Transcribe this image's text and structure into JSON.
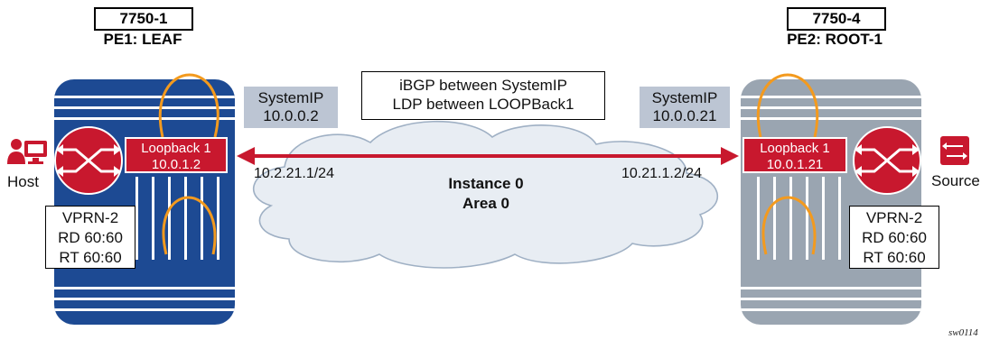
{
  "left": {
    "device_id": "7750-1",
    "role": "PE1: LEAF",
    "system_ip_label": "SystemIP",
    "system_ip": "10.0.0.2",
    "loopback_label": "Loopback 1",
    "loopback_ip": "10.0.1.2",
    "link_ip": "10.2.21.1/24",
    "vprn": [
      "VPRN-2",
      "RD 60:60",
      "RT 60:60"
    ],
    "endpoint_label": "Host",
    "endpoint_icon": "host-icon"
  },
  "right": {
    "device_id": "7750-4",
    "role": "PE2: ROOT-1",
    "system_ip_label": "SystemIP",
    "system_ip": "10.0.0.21",
    "loopback_label": "Loopback 1",
    "loopback_ip": "10.0.1.21",
    "link_ip": "10.21.1.2/24",
    "vprn": [
      "VPRN-2",
      "RD 60:60",
      "RT 60:60"
    ],
    "endpoint_label": "Source",
    "endpoint_icon": "source-icon"
  },
  "center": {
    "protocol_lines": [
      "iBGP between SystemIP",
      "LDP between LOOPBack1"
    ],
    "cloud_lines": [
      "Instance 0",
      "Area 0"
    ]
  },
  "figure_id": "sw0114",
  "colors": {
    "left_router": "#1d4a93",
    "right_router": "#9aa5b1",
    "accent_red": "#c8182e",
    "orange_loop": "#f39a1e",
    "system_ip_fill": "#bcc5d3",
    "cloud_fill": "#e8edf3"
  }
}
